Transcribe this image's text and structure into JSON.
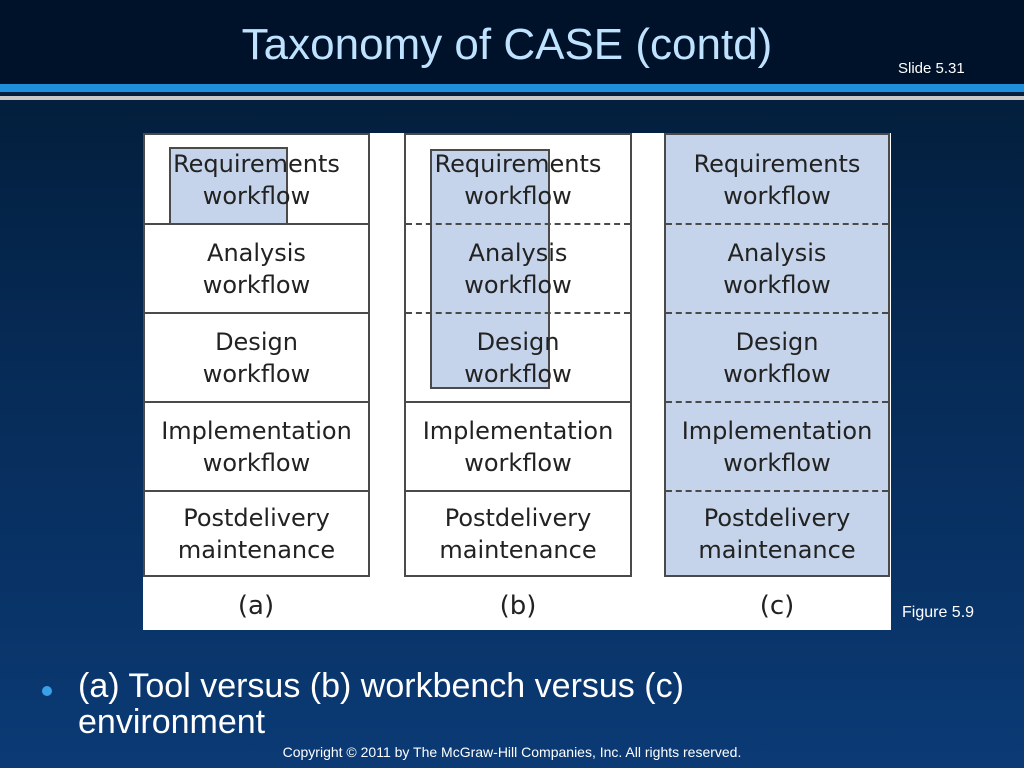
{
  "slide": {
    "title": "Taxonomy of CASE (contd)",
    "number": "Slide 5.31",
    "figure_label": "Figure 5.9",
    "bullet": "(a) Tool versus (b) workbench versus (c) environment",
    "copyright": "Copyright © 2011 by The McGraw-Hill Companies, Inc.  All rights reserved."
  },
  "diagram": {
    "rows": [
      {
        "line1": "Requirements",
        "line2": "workflow"
      },
      {
        "line1": "Analysis",
        "line2": "workflow"
      },
      {
        "line1": "Design",
        "line2": "workflow"
      },
      {
        "line1": "Implementation",
        "line2": "workflow"
      },
      {
        "line1": "Postdelivery",
        "line2": "maintenance"
      }
    ],
    "captions": [
      "(a)",
      "(b)",
      "(c)"
    ],
    "colors": {
      "shade": "#c5d4ea",
      "border": "#4a4a4a"
    }
  }
}
